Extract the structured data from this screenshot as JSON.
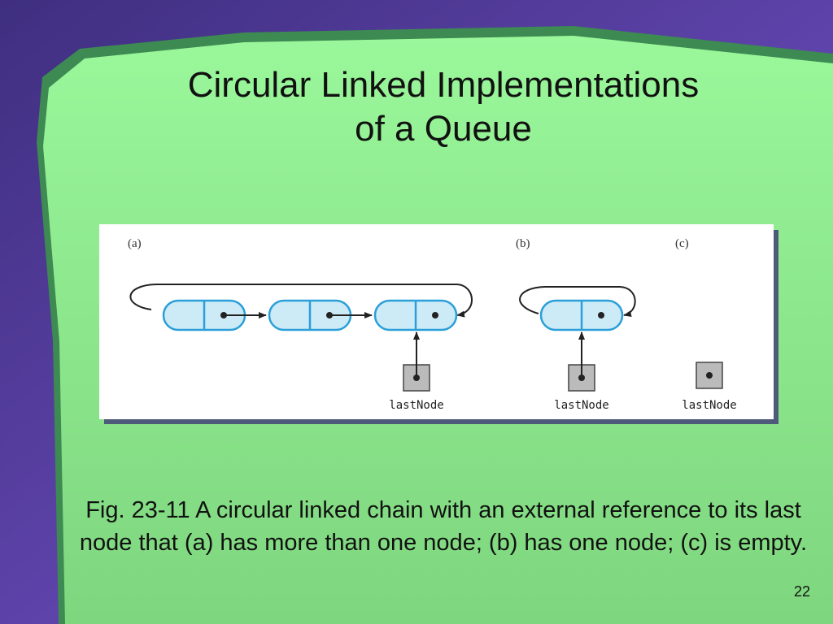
{
  "slide": {
    "title_line1": "Circular Linked Implementations",
    "title_line2": "of a Queue",
    "caption": "Fig. 23-11 A circular linked chain with an external reference to its last node that (a) has more than one node; (b) has one node; (c) is empty.",
    "page_number": "22"
  },
  "figure": {
    "panels": [
      {
        "label": "(a)",
        "ref_label": "lastNode",
        "node_count": 3
      },
      {
        "label": "(b)",
        "ref_label": "lastNode",
        "node_count": 1
      },
      {
        "label": "(c)",
        "ref_label": "lastNode",
        "node_count": 0
      }
    ]
  },
  "colors": {
    "slide_green": "#8fe88f",
    "frame_purple": "#5f3fa8",
    "node_fill": "#cdeaf7",
    "node_stroke": "#2a9fd8",
    "reference_box": "#bbbbbb"
  }
}
